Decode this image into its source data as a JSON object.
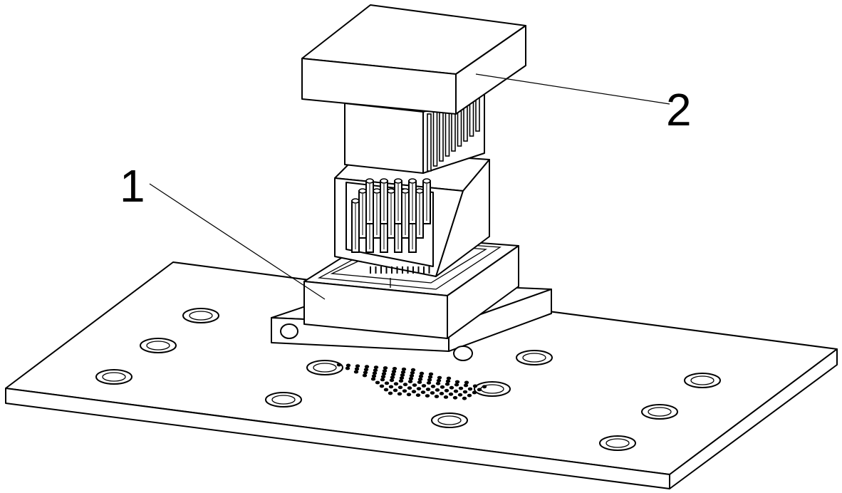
{
  "callouts": [
    {
      "id": "part-1",
      "text": "1"
    },
    {
      "id": "part-2",
      "text": "2"
    }
  ]
}
